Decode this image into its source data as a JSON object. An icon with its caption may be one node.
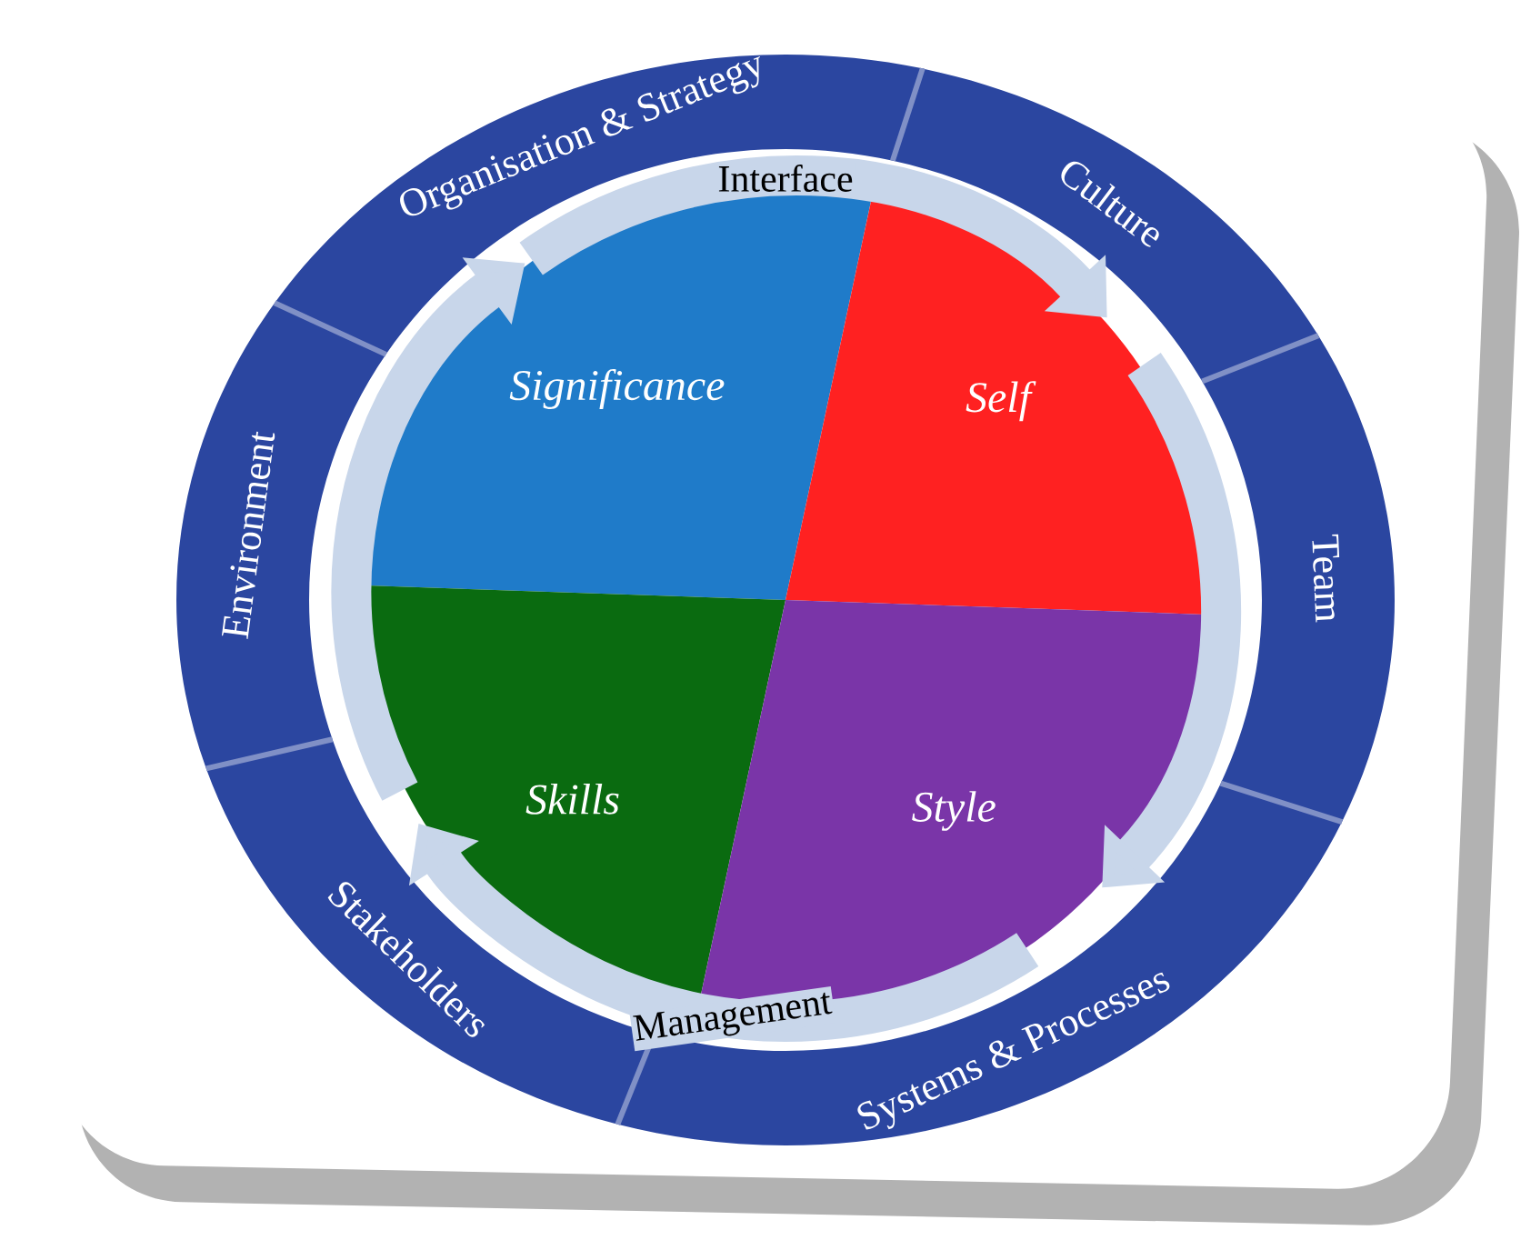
{
  "diagram": {
    "nodes": [
      {
        "text": [
          "Significance"
        ]
      },
      {
        "text": [
          "Self"
        ]
      },
      {
        "text": [
          "Skills"
        ]
      },
      {
        "text": [
          "Style"
        ]
      },
      {
        "text": [
          "Organisation & Strategy"
        ]
      },
      {
        "text": [
          "Culture"
        ]
      },
      {
        "text": [
          "Team"
        ]
      },
      {
        "text": [
          "Systems & Processes"
        ]
      },
      {
        "text": [
          "Stakeholders"
        ]
      },
      {
        "text": [
          "Environment"
        ]
      }
    ],
    "edges": [
      {
        "from": 0,
        "to": 1,
        "arrow": "to",
        "label": "Interface"
      },
      {
        "from": 1,
        "to": 3,
        "arrow": "to"
      },
      {
        "from": 3,
        "to": 2,
        "arrow": "to",
        "label": "Management"
      },
      {
        "from": 2,
        "to": 0,
        "arrow": "to"
      }
    ]
  }
}
